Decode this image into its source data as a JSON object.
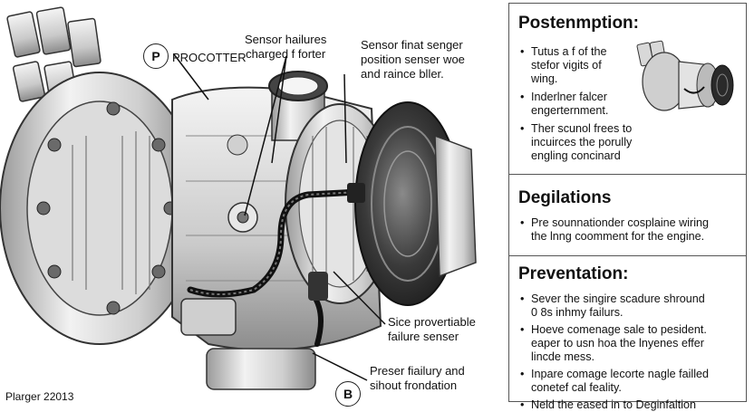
{
  "callouts": {
    "badge_a": "P",
    "procotter": "PROCOTTER",
    "sensor_top": "Sensor hailures\ncharged f forter",
    "sensor_right": "Sensor finat senger\nposition senser woe\nand raince bller.",
    "failure_sensor": "Sice provertiable\nfailure senser",
    "foundation": "Preser fiailury and\nsihout frondation",
    "badge_b": "B",
    "footer": "Plarger 22013"
  },
  "panel": {
    "postenmption": {
      "title": "Postenmption:",
      "items": [
        "Tutus a f of the\nstefor vigits of\nwing.",
        "Inderlner falcer\nengerternment.",
        "Ther scunol frees to\nincuirces the porully\nengling concinard"
      ]
    },
    "degilations": {
      "title": "Degilations",
      "items": [
        "Pre sounnationder cosplaine wiring\nthe lnng coomment for the engine."
      ]
    },
    "prevention": {
      "title": "Preventation:",
      "items": [
        "Sever the singire scadure shround\n0 8s inhmy failurs.",
        "Hoeve comenage sale to pesident.\neaper to usn hoa the lnyenes effer\nlincde mess.",
        "Inpare comage lecorte nagle failled\nconetef cal feality.",
        "Neld the eased in to Deginfaltion"
      ]
    }
  },
  "colors": {
    "border": "#555555",
    "metal_light": "#e6e6e6",
    "metal_mid": "#bdbdbd",
    "metal_dark": "#4a4a4a"
  }
}
